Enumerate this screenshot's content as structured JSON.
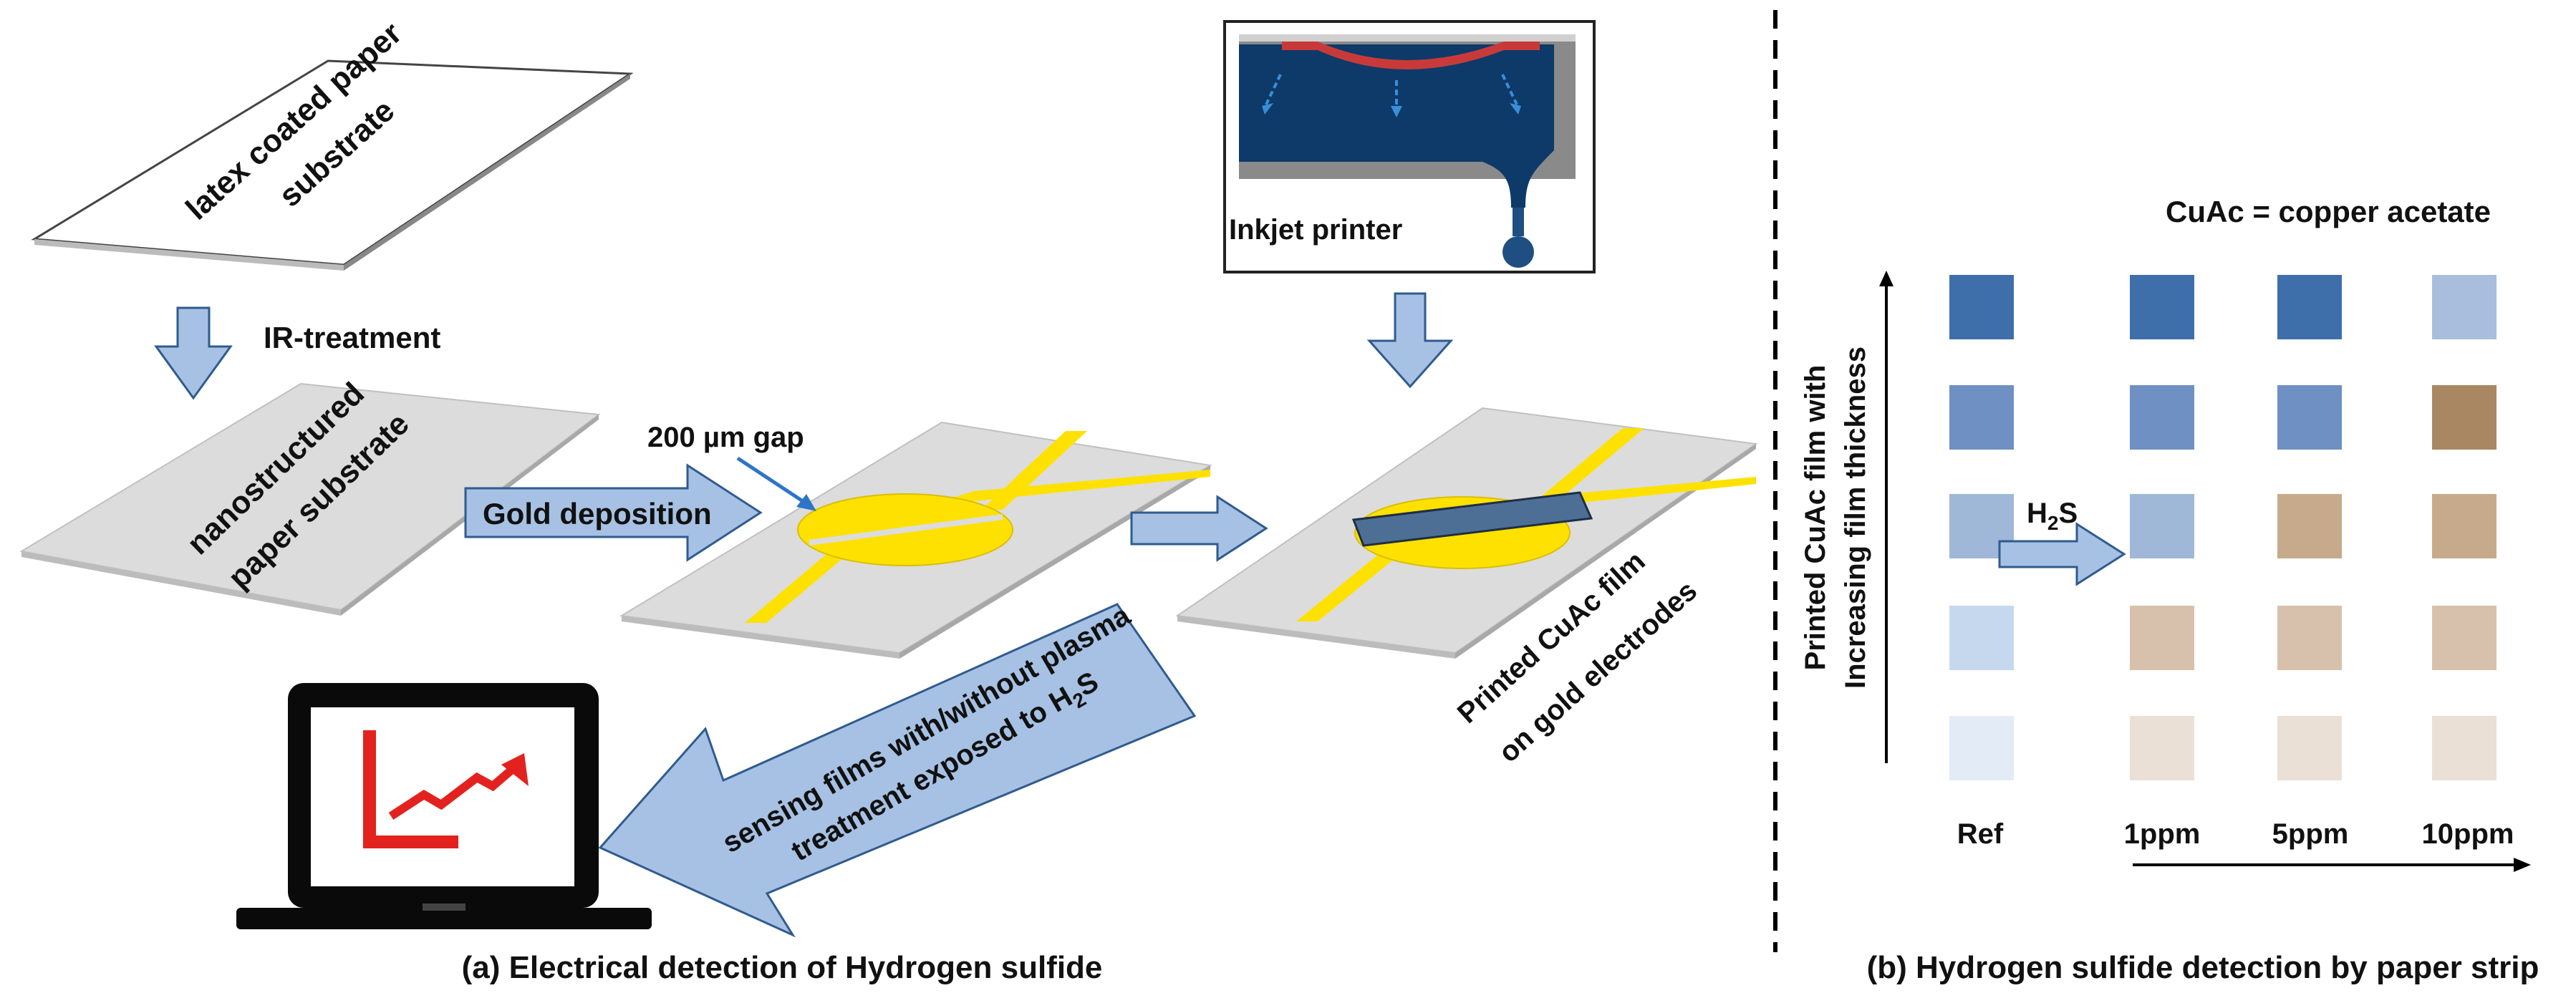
{
  "panel_a": {
    "latex_label_line1": "latex coated paper",
    "latex_label_line2": "substrate",
    "ir_treatment": "IR-treatment",
    "nano_label_line1": "nanostructured",
    "nano_label_line2": "paper substrate",
    "gold_deposition": "Gold deposition",
    "gap_label": "200 µm gap",
    "inkjet_printer": "Inkjet printer",
    "printed_line1": "Printed CuAc film",
    "printed_line2": "on gold electrodes",
    "sensing_line1": "sensing films with/without plasma",
    "sensing_line2_prefix": "treatment exposed to H",
    "sensing_sub": "2",
    "sensing_line2_suffix": "S",
    "caption": "(a) Electrical detection of Hydrogen sulfide"
  },
  "panel_b": {
    "legend": "CuAc = copper acetate",
    "y_label_line1": "Printed CuAc film with",
    "y_label_line2": "Increasing film thickness",
    "h2s_prefix": "H",
    "h2s_sub": "2",
    "h2s_suffix": "S",
    "columns": [
      {
        "label": "Ref",
        "swatches": [
          "#3f6fab",
          "#6e90c3",
          "#9fb8d8",
          "#c6d8ee",
          "#e3ebf7"
        ]
      },
      {
        "label": "1ppm",
        "swatches": [
          "#3f6fab",
          "#6e90c3",
          "#9fb8d8",
          "#d7c1ad",
          "#ebe0d6"
        ]
      },
      {
        "label": "5ppm",
        "swatches": [
          "#3f6fab",
          "#6e90c3",
          "#c7aa8b",
          "#d7c1ad",
          "#ebe0d6"
        ]
      },
      {
        "label": "10ppm",
        "swatches": [
          "#a8bedc",
          "#a88762",
          "#c7aa8b",
          "#d7c1ad",
          "#ebe0d6"
        ]
      }
    ],
    "caption": "(b) Hydrogen sulfide detection by paper strip"
  },
  "colors": {
    "arrow_fill": "#a6c1e3",
    "arrow_stroke": "#2f5b8f",
    "gold": "#ffe100",
    "substrate": "#dcdcdc",
    "film": "#4e6f95",
    "ink": "#1f4f82",
    "screen_red": "#e3221f"
  }
}
